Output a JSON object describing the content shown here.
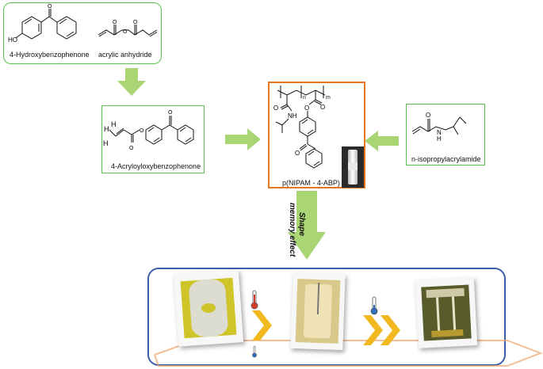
{
  "reagents": {
    "hydroxybenzophenone": "4-Hydroxybenzophenone",
    "anhydride": "acrylic anhydride",
    "acryloyloxybenzophenone": "4-Acryloyloxybenzophenone",
    "nipam": "n-isopropylacrylamide"
  },
  "polymer": {
    "label": "p(NIPAM - 4-ABP)",
    "subscript_n": "n",
    "subscript_m": "m"
  },
  "process": {
    "label_line1": "Shape",
    "label_line2": "memory effect"
  },
  "colors": {
    "reagent_box_border": "#5cbf4f",
    "polymer_box_border": "#e8741e",
    "arrow_green": "#a9d574",
    "panel_border": "#3b5fa8",
    "chevron_yellow": "#f2b820",
    "floor_line": "#f0a36a"
  },
  "icons": {
    "hot": "thermometer-hot-icon",
    "cold": "thermometer-cold-icon"
  }
}
